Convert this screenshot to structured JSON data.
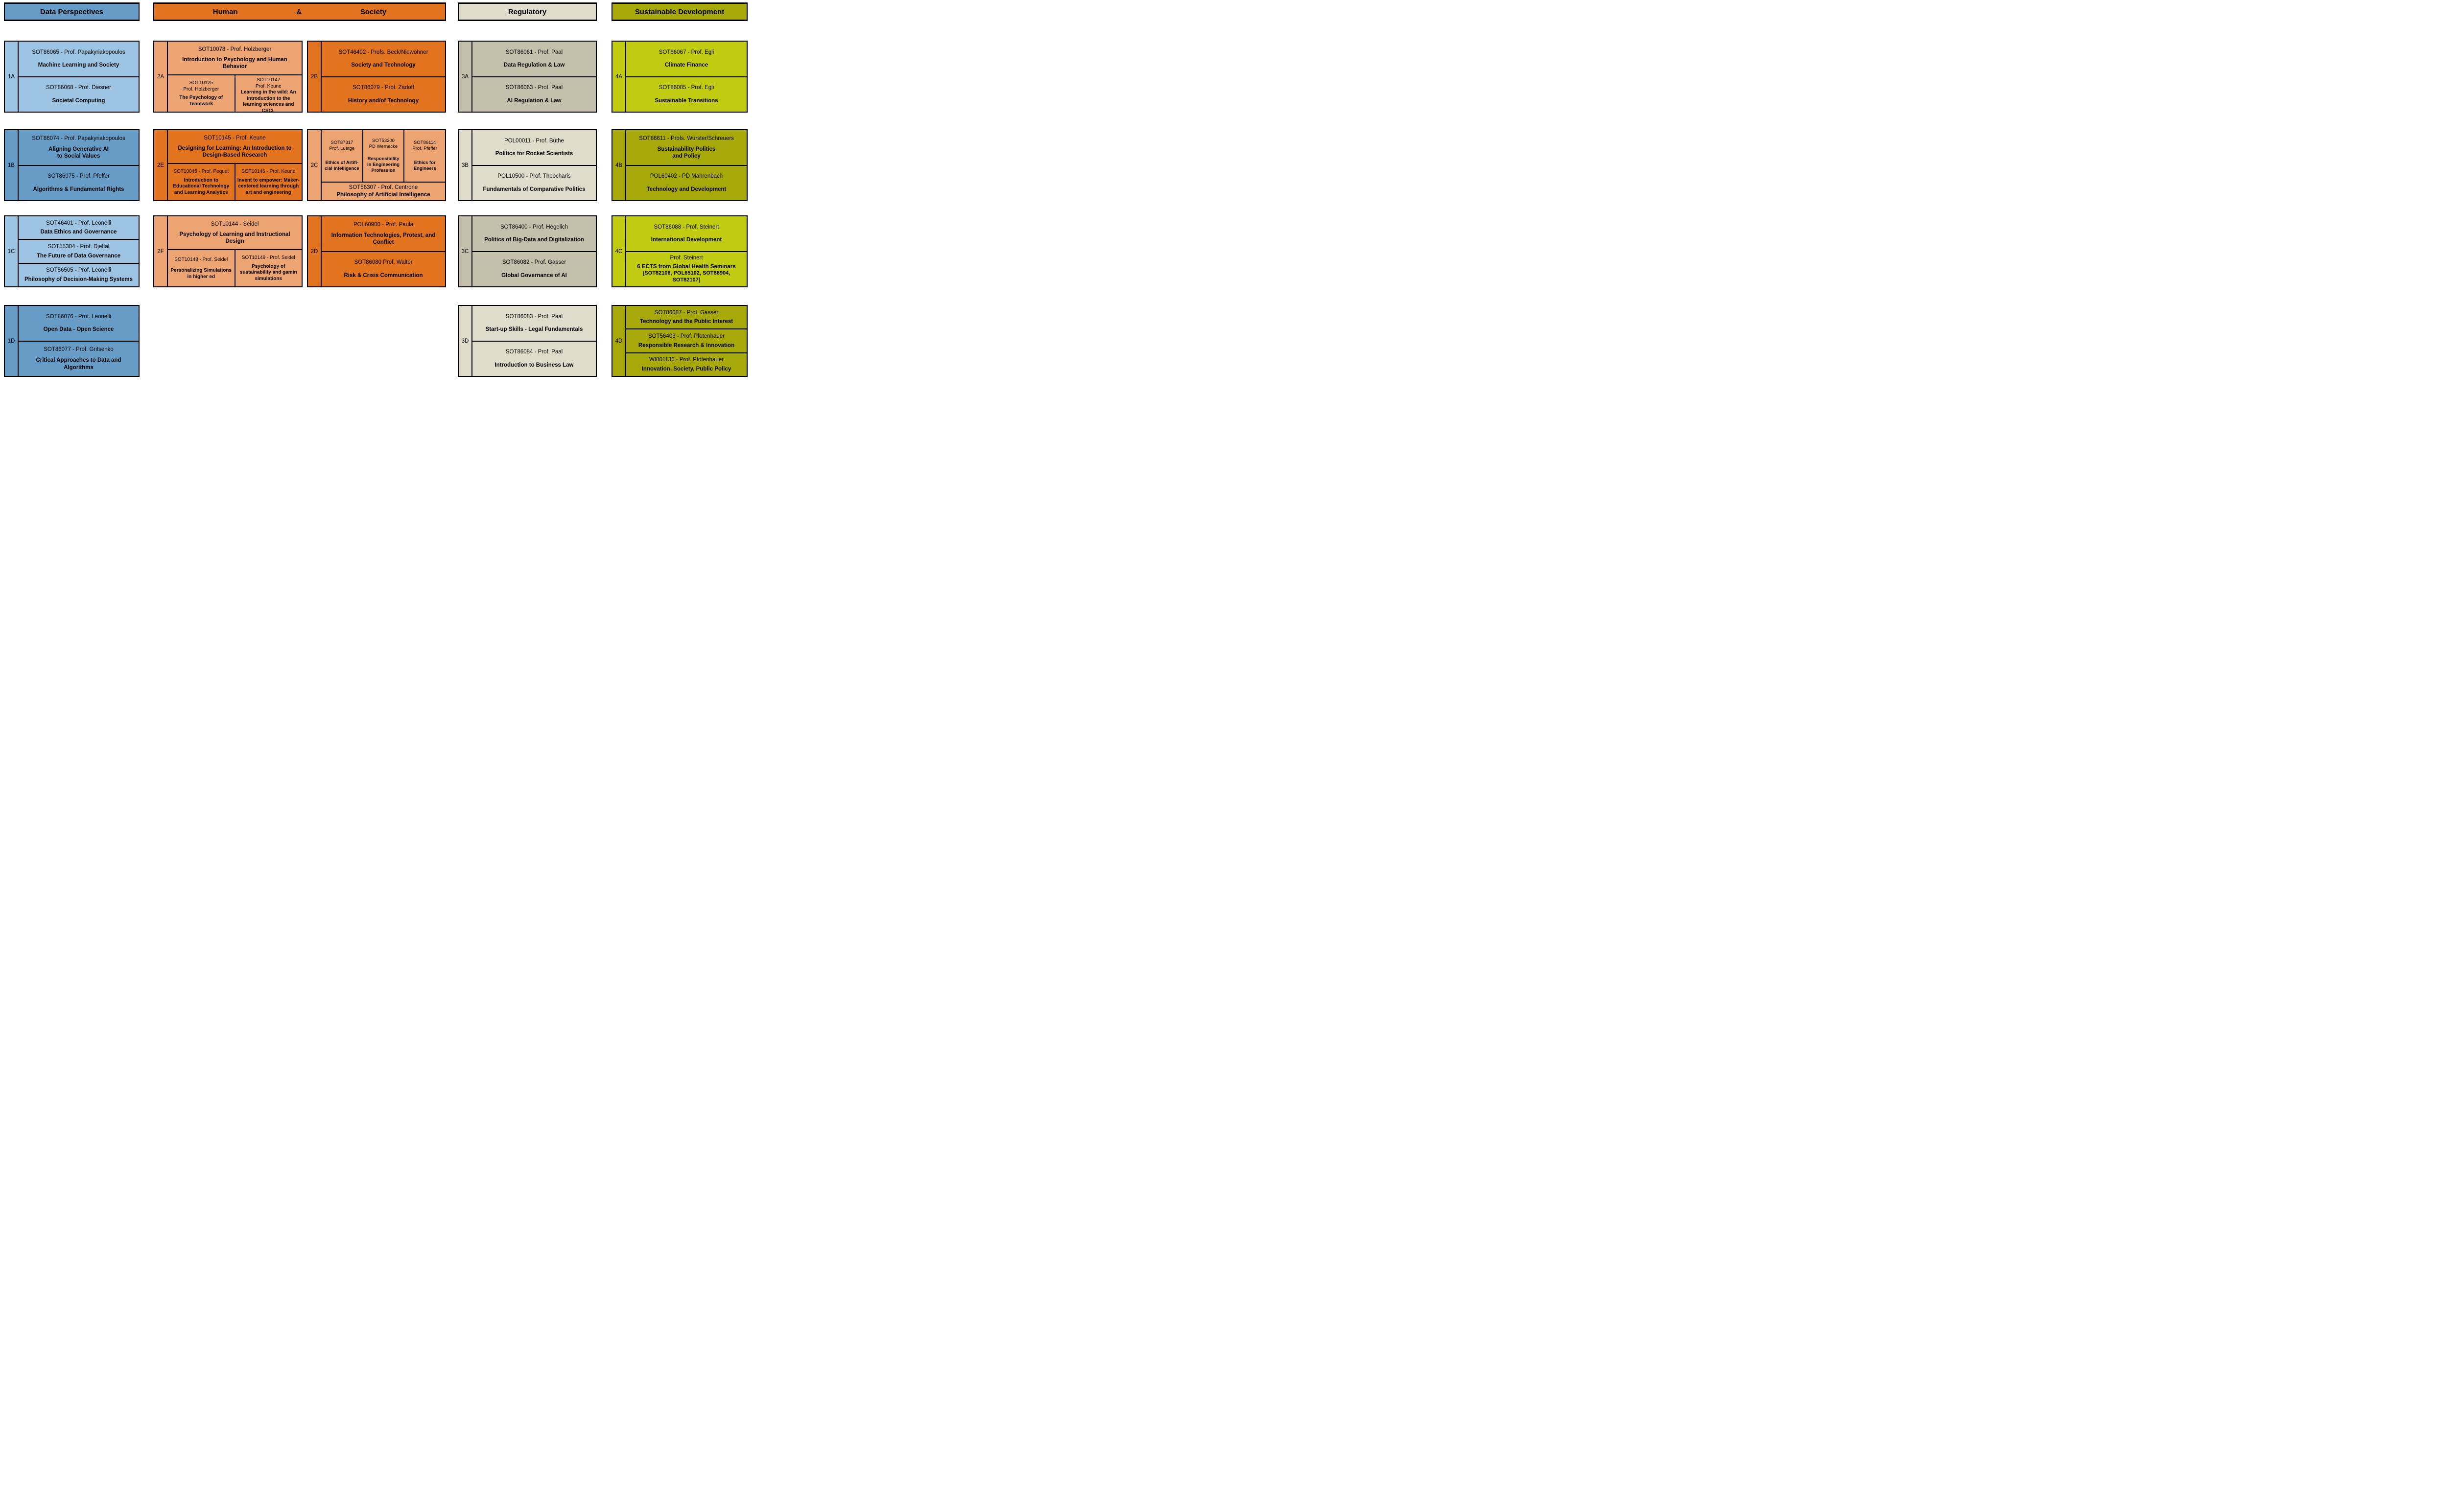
{
  "palette": {
    "blue_light": "#9dc4e2",
    "blue_medium": "#679cc7",
    "orange_light": "#eda473",
    "orange_dark": "#e2741f",
    "beige_light": "#dedccb",
    "beige_dark": "#c5c0ab",
    "olive_light": "#c1cb11",
    "olive_dark": "#a7a90b",
    "border": "#000000",
    "background": "#ffffff"
  },
  "headers": {
    "data_perspectives": "Data Perspectives",
    "human": "Human",
    "amp": "&",
    "society": "Society",
    "regulatory": "Regulatory",
    "sustainable_development": "Sustainable Development"
  },
  "blocks": {
    "b1A": {
      "tab": "1A",
      "cells": [
        {
          "code": "SOT86065 - Prof. Papakyriakopoulos",
          "title": "Machine Learning and Society"
        },
        {
          "code": "SOT86068 - Prof. Diesner",
          "title": "Societal Computing"
        }
      ]
    },
    "b1B": {
      "tab": "1B",
      "cells": [
        {
          "code": "SOT86074 - Prof. Papakyriakopoulos",
          "title": "Aligning Generative AI\nto Social Values"
        },
        {
          "code": "SOT86075 - Prof. Pfeffer",
          "title": "Algorithms & Fundamental Rights"
        }
      ]
    },
    "b1C": {
      "tab": "1C",
      "cells": [
        {
          "code": "SOT46401 - Prof. Leonelli",
          "title": "Data Ethics and Governance"
        },
        {
          "code": "SOT55304 - Prof. Djeffal",
          "title": "The Future of Data Governance"
        },
        {
          "code": "SOT56505 - Prof. Leonelli",
          "title": "Philosophy of Decision-Making Systems"
        }
      ]
    },
    "b1D": {
      "tab": "1D",
      "cells": [
        {
          "code": "SOT86076 - Prof. Leonelli",
          "title": "Open Data - Open Science"
        },
        {
          "code": "SOT86077 - Prof. Gritsenko",
          "title": "Critical Approaches to Data and Algorithms"
        }
      ]
    },
    "b2A": {
      "tab": "2A",
      "main": {
        "code": "SOT10078 - Prof. Holzberger",
        "title": "Introduction to Psychology and Human Behavior"
      },
      "subs": [
        {
          "code": "SOT10125",
          "prof": "Prof. Holzberger",
          "title": "The Psychology of Teamwork"
        },
        {
          "code": "SOT10147",
          "prof": "Prof. Keune",
          "title": "Learning in the wild: An introduction to the learning sciences and CSCL"
        }
      ]
    },
    "b2B": {
      "tab": "2B",
      "cells": [
        {
          "code": "SOT46402 - Profs. Beck/Niewöhner",
          "title": "Society and Technology"
        },
        {
          "code": "SOT86079 - Prof. Zadoff",
          "title": "History and/of Technology"
        }
      ]
    },
    "b2E": {
      "tab": "2E",
      "main": {
        "code": "SOT10145 - Prof. Keune",
        "title": "Designing for Learning: An Introduction to Design-Based Research"
      },
      "subs": [
        {
          "code": "SOT10045 - Prof. Poquet",
          "title": "Introduction to Educational Technology and Learning Analytics"
        },
        {
          "code": "SOT10146 - Prof. Keune",
          "title": "Invent to empower: Maker-centered learning through art and engineering"
        }
      ]
    },
    "b2C": {
      "tab": "2C",
      "subs": [
        {
          "code": "SOT87317",
          "prof": "Prof. Luetge",
          "title": "Ethics of Artifi-\ncial Intelligence"
        },
        {
          "code": "SOT53200",
          "prof": "PD Wernecke",
          "title": "Responsibility in Engineering Profession"
        },
        {
          "code": "SOT86114",
          "prof": "Prof. Pfeffer",
          "title": "Ethics for Engineers"
        }
      ],
      "main": {
        "code": "SOT56307 - Prof. Centrone",
        "title": "Philosophy of Artificial Intelligence"
      }
    },
    "b2F": {
      "tab": "2F",
      "main": {
        "code": "SOT10144 - Seidel",
        "title": "Psychology of Learning and Instructional Design"
      },
      "subs": [
        {
          "code": "SOT10148 - Prof. Seidel",
          "title": "Personalizing Simulations in higher ed"
        },
        {
          "code": "SOT10149 - Prof. Seidel",
          "title": "Psychology of sustainability and gamin simulations"
        }
      ]
    },
    "b2D": {
      "tab": "2D",
      "cells": [
        {
          "code": "POL60900 - Prof. Paula",
          "title": "Information Technologies, Protest, and Conflict"
        },
        {
          "code": "SOT86080 Prof. Walter",
          "title": "Risk & Crisis Communication"
        }
      ]
    },
    "b3A": {
      "tab": "3A",
      "cells": [
        {
          "code": "SOT86061 - Prof. Paal",
          "title": "Data Regulation & Law"
        },
        {
          "code": "SOT86063 - Prof. Paal",
          "title": "AI Regulation & Law"
        }
      ]
    },
    "b3B": {
      "tab": "3B",
      "cells": [
        {
          "code": "POL00011 - Prof. Büthe",
          "title": "Politics for Rocket Scientists"
        },
        {
          "code": "POL10500 - Prof. Theocharis",
          "title": "Fundamentals of Comparative Politics"
        }
      ]
    },
    "b3C": {
      "tab": "3C",
      "cells": [
        {
          "code": "SOT86400 - Prof. Hegelich",
          "title": "Politics of Big-Data and Digitalization"
        },
        {
          "code": "SOT86082 - Prof. Gasser",
          "title": "Global Governance of AI"
        }
      ]
    },
    "b3D": {
      "tab": "3D",
      "cells": [
        {
          "code": "SOT86083 - Prof. Paal",
          "title": "Start-up Skills - Legal Fundamentals"
        },
        {
          "code": "SOT86084 - Prof. Paal",
          "title": "Introduction to Business Law"
        }
      ]
    },
    "b4A": {
      "tab": "4A",
      "cells": [
        {
          "code": "SOT86067 - Prof. Egli",
          "title": "Climate Finance"
        },
        {
          "code": "SOT86085 - Prof. Egli",
          "title": "Sustainable Transitions"
        }
      ]
    },
    "b4B": {
      "tab": "4B",
      "cells": [
        {
          "code": "SOT86611 - Profs. Wurster/Schreuers",
          "title": "Sustainability Politics\nand Policy"
        },
        {
          "code": "POL60402 - PD Mahrenbach",
          "title": "Technology and Development"
        }
      ]
    },
    "b4C": {
      "tab": "4C",
      "cells": [
        {
          "code": "SOT86088 - Prof. Steinert",
          "title": "International Development"
        },
        {
          "code": "Prof. Steinert",
          "title": "6 ECTS from Global Health Seminars",
          "title2": "[SOT82106, POL65102, SOT86904, SOT82107]"
        }
      ]
    },
    "b4D": {
      "tab": "4D",
      "cells": [
        {
          "code": "SOT86087 - Prof. Gasser",
          "title": "Technology and the Public Interest"
        },
        {
          "code": "SOT56403 - Prof. Pfotenhauer",
          "title": "Responsible Research & Innovation"
        },
        {
          "code": "WI001136 - Prof. Pfotenhauer",
          "title": "Innovation, Society, Public Policy"
        }
      ]
    }
  }
}
